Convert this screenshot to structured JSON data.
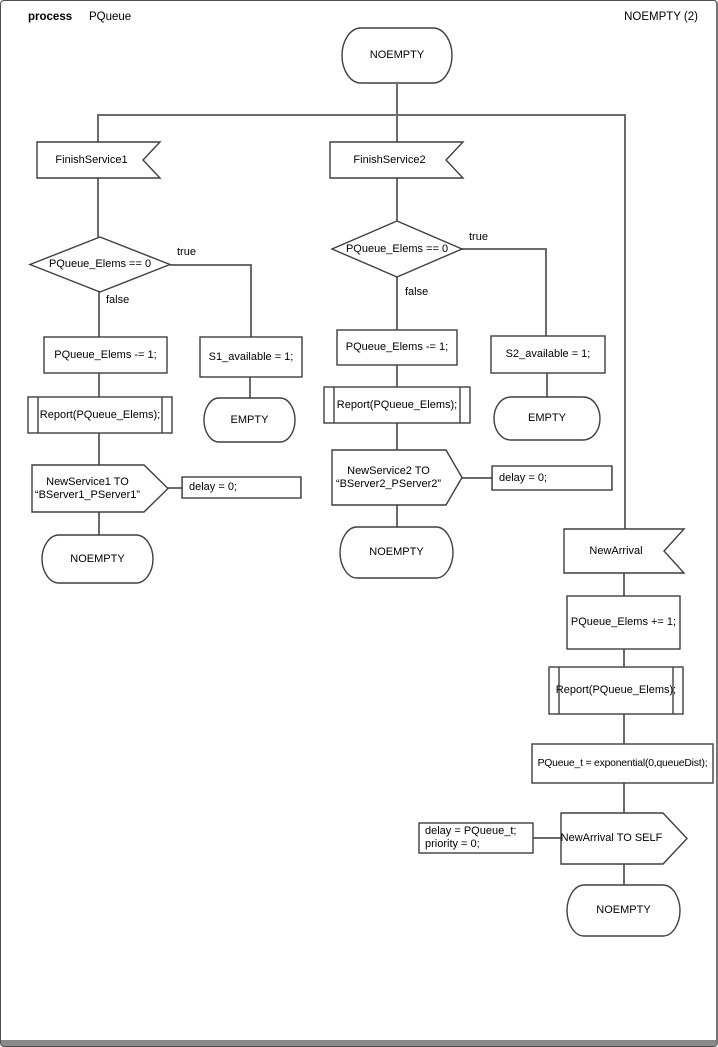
{
  "header": {
    "kind": "process",
    "title": "PQueue",
    "page_ref": "NOEMPTY (2)"
  },
  "colors": {
    "connector": "#6b6b6b",
    "shape_border": "#3f3f3f",
    "shape_fill": "#ffffff",
    "frame_bottom": "#8a8a8a",
    "text": "#000000"
  },
  "start": {
    "label": "NOEMPTY"
  },
  "branch1": {
    "receive": "FinishService1",
    "decision": "PQueue_Elems == 0",
    "label_true": "true",
    "label_false": "false",
    "decrement": "PQueue_Elems -= 1;",
    "report": "Report(PQueue_Elems);",
    "send_line1": "NewService1 TO",
    "send_line2": "“BServer1_PServer1”",
    "send_attr": "delay = 0;",
    "end": "NOEMPTY",
    "set_available": "S1_available = 1;",
    "end_empty": "EMPTY"
  },
  "branch2": {
    "receive": "FinishService2",
    "decision": "PQueue_Elems == 0",
    "label_true": "true",
    "label_false": "false",
    "decrement": "PQueue_Elems -= 1;",
    "report": "Report(PQueue_Elems);",
    "send_line1": "NewService2 TO",
    "send_line2": "“BServer2_PServer2”",
    "send_attr": "delay = 0;",
    "end": "NOEMPTY",
    "set_available": "S2_available = 1;",
    "end_empty": "EMPTY"
  },
  "branch3": {
    "receive": "NewArrival",
    "increment": "PQueue_Elems += 1;",
    "report": "Report(PQueue_Elems);",
    "sample": "PQueue_t = exponential(0,queueDist);",
    "send": "NewArrival TO SELF",
    "send_attr_line1": "delay = PQueue_t;",
    "send_attr_line2": "priority = 0;",
    "end": "NOEMPTY"
  }
}
